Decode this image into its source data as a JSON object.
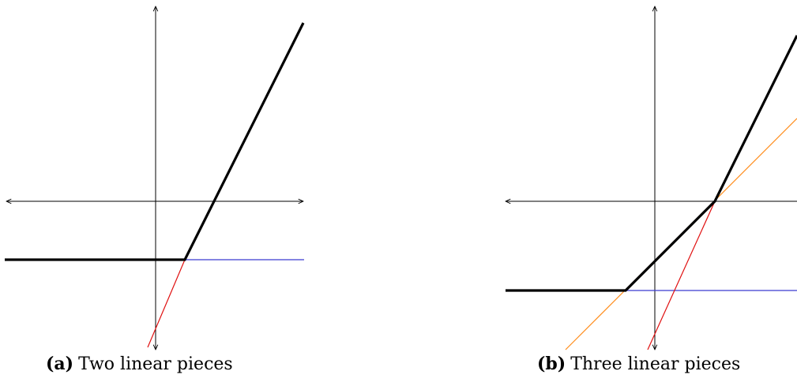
{
  "panels": [
    {
      "id": "a",
      "caption_label": "(a)",
      "caption_text": "Two linear pieces",
      "lines": [
        {
          "name": "horizontal-piece",
          "color": "#3b3bd1"
        },
        {
          "name": "steep-piece",
          "color": "#e01010"
        }
      ],
      "max_function_color": "#000000"
    },
    {
      "id": "b",
      "caption_label": "(b)",
      "caption_text": "Three linear pieces",
      "lines": [
        {
          "name": "horizontal-piece",
          "color": "#3b3bd1"
        },
        {
          "name": "medium-piece",
          "color": "#ff8c1a"
        },
        {
          "name": "steep-piece",
          "color": "#e01010"
        }
      ],
      "max_function_color": "#000000"
    }
  ]
}
